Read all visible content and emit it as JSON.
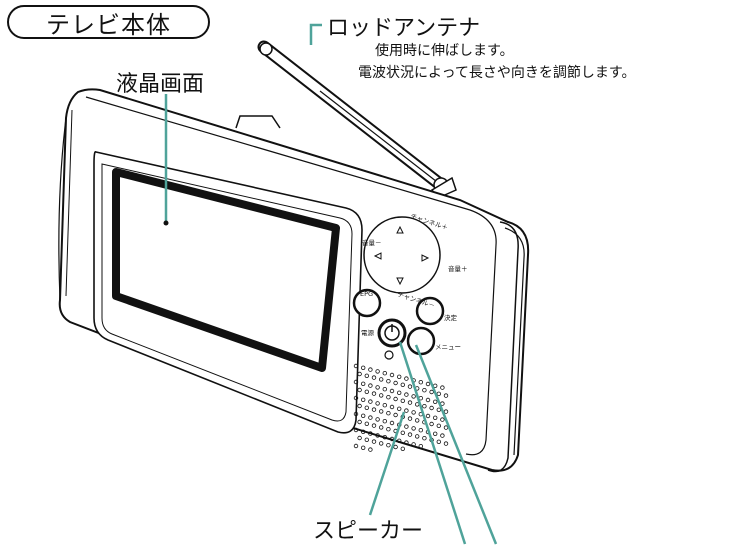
{
  "title": "テレビ本体",
  "callouts": {
    "screen": "液晶画面",
    "antenna": "ロッドアンテナ",
    "antenna_note1": "使用時に伸ばします。",
    "antenna_note2": "電波状況によって長さや向きを調節します。",
    "speaker": "スピーカー"
  },
  "buttons": {
    "channel_up": "チャンネル＋",
    "channel_down": "チャンネル－",
    "volume_down": "音量－",
    "volume_up": "音量＋",
    "epg": "EPG",
    "enter": "決定",
    "power": "電源",
    "menu": "メニュー"
  },
  "colors": {
    "line": "#111111",
    "leader": "#4fa39a",
    "screen_bezel": "#111111"
  }
}
